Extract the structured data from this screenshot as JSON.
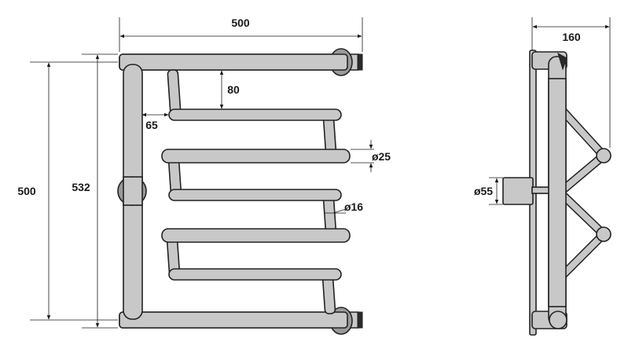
{
  "dimensions": {
    "front_width": "500",
    "front_height_inner": "500",
    "front_height_outer": "532",
    "rung_offset": "80",
    "post_offset": "65",
    "pipe_diameter": "ø25",
    "rung_diameter": "ø16",
    "side_depth": "160",
    "flange_diameter": "ø55"
  },
  "colors": {
    "metal": "#c8c8c8",
    "outline": "#222222",
    "cap": "#2a2a2a"
  }
}
